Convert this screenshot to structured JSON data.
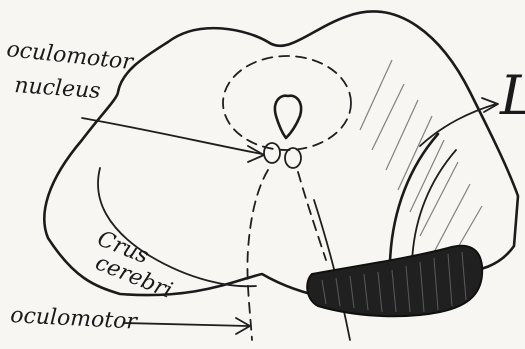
{
  "labels": {
    "oculomotor_nucleus_line1": "oculomotor",
    "oculomotor_nucleus_line2": "nucleus",
    "crus_cerebri_line1": "Crus",
    "crus_cerebri_line2": "cerebri",
    "oculomotor_nerve_partial": "oculomotor",
    "right_margin_partial": "L"
  },
  "colors": {
    "ink": "#1b1b1b",
    "paper": "#f7f6f2"
  }
}
